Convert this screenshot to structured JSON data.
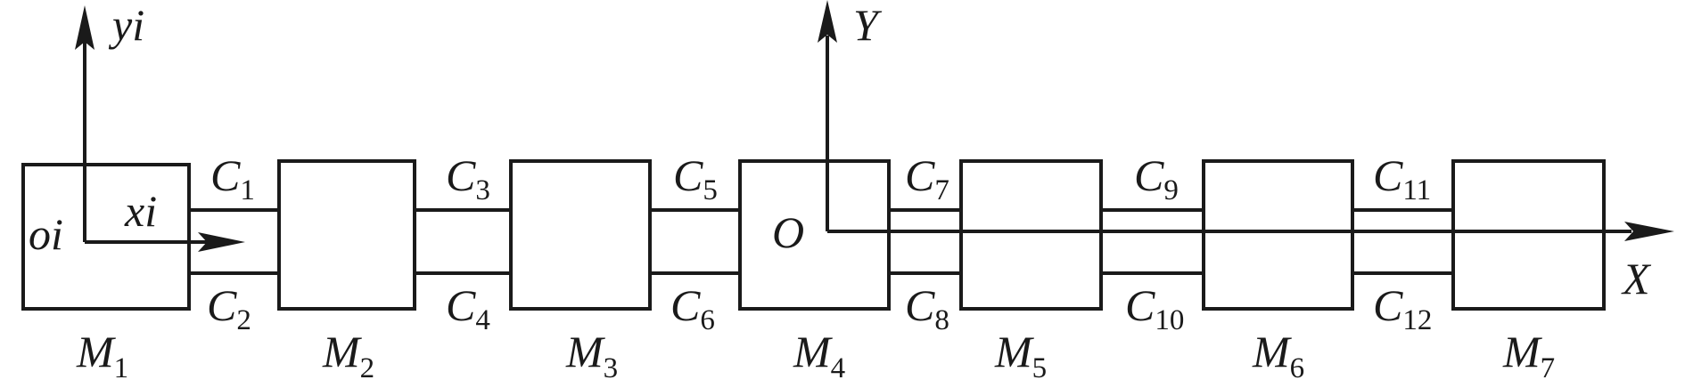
{
  "masses": [
    {
      "letter": "M",
      "sub": "1"
    },
    {
      "letter": "M",
      "sub": "2"
    },
    {
      "letter": "M",
      "sub": "3"
    },
    {
      "letter": "M",
      "sub": "4"
    },
    {
      "letter": "M",
      "sub": "5"
    },
    {
      "letter": "M",
      "sub": "6"
    },
    {
      "letter": "M",
      "sub": "7"
    }
  ],
  "couplings": [
    {
      "letter": "C",
      "sub": "1"
    },
    {
      "letter": "C",
      "sub": "2"
    },
    {
      "letter": "C",
      "sub": "3"
    },
    {
      "letter": "C",
      "sub": "4"
    },
    {
      "letter": "C",
      "sub": "5"
    },
    {
      "letter": "C",
      "sub": "6"
    },
    {
      "letter": "C",
      "sub": "7"
    },
    {
      "letter": "C",
      "sub": "8"
    },
    {
      "letter": "C",
      "sub": "9"
    },
    {
      "letter": "C",
      "sub": "10"
    },
    {
      "letter": "C",
      "sub": "11"
    },
    {
      "letter": "C",
      "sub": "12"
    }
  ],
  "local_axes": {
    "origin": "oi",
    "x": "xi",
    "y": "yi"
  },
  "global_axes": {
    "origin": "O",
    "x": "X",
    "y": "Y"
  }
}
